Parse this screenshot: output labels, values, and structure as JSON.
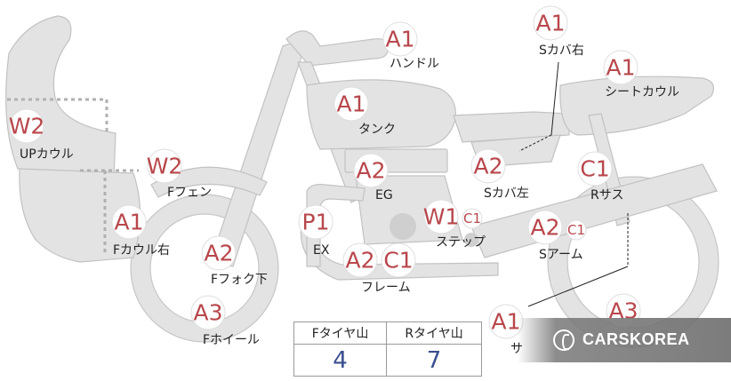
{
  "parts": [
    {
      "code": "A1",
      "name": "ハンドル"
    },
    {
      "code": "A1",
      "name": "Sカバ右"
    },
    {
      "code": "A1",
      "name": "シートカウル"
    },
    {
      "code": "A1",
      "name": "タンク"
    },
    {
      "code": "W2",
      "name": "UPカウル"
    },
    {
      "code": "W2",
      "name": "Fフェン"
    },
    {
      "code": "A2",
      "name": "EG"
    },
    {
      "code": "A2",
      "name": "Sカバ左"
    },
    {
      "code": "C1",
      "name": "Rサス"
    },
    {
      "code": "A1",
      "name": "Fカウル右"
    },
    {
      "code": "P1",
      "name": "EX"
    },
    {
      "code": "W1",
      "code2": "C1",
      "name": "ステップ"
    },
    {
      "code": "A2",
      "code2": "C1",
      "name": "Sアーム"
    },
    {
      "code": "A2",
      "name": "Fフォク下"
    },
    {
      "code": "A2",
      "code2": "C1",
      "name": "フレーム"
    },
    {
      "code": "A3",
      "name": "Fホイール"
    },
    {
      "code": "A1",
      "name": "サ"
    },
    {
      "code": "A3",
      "name": ""
    }
  ],
  "tire_table": {
    "headers": [
      "Fタイヤ山",
      "Rタイヤ山"
    ],
    "values": [
      "4",
      "7"
    ]
  },
  "logo": {
    "text": "CARSKOREA"
  },
  "colors": {
    "badge_text": "#b8474c",
    "value_text": "#3a4f8f",
    "bike_fill": "#e3e3e3"
  }
}
